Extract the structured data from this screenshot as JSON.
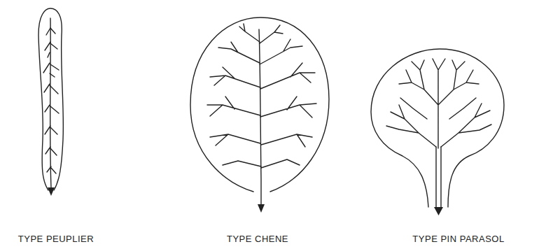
{
  "diagram": {
    "labels": [
      "TYPE PEUPLIER",
      "TYPE CHENE",
      "TYPE PIN PARASOL"
    ]
  }
}
